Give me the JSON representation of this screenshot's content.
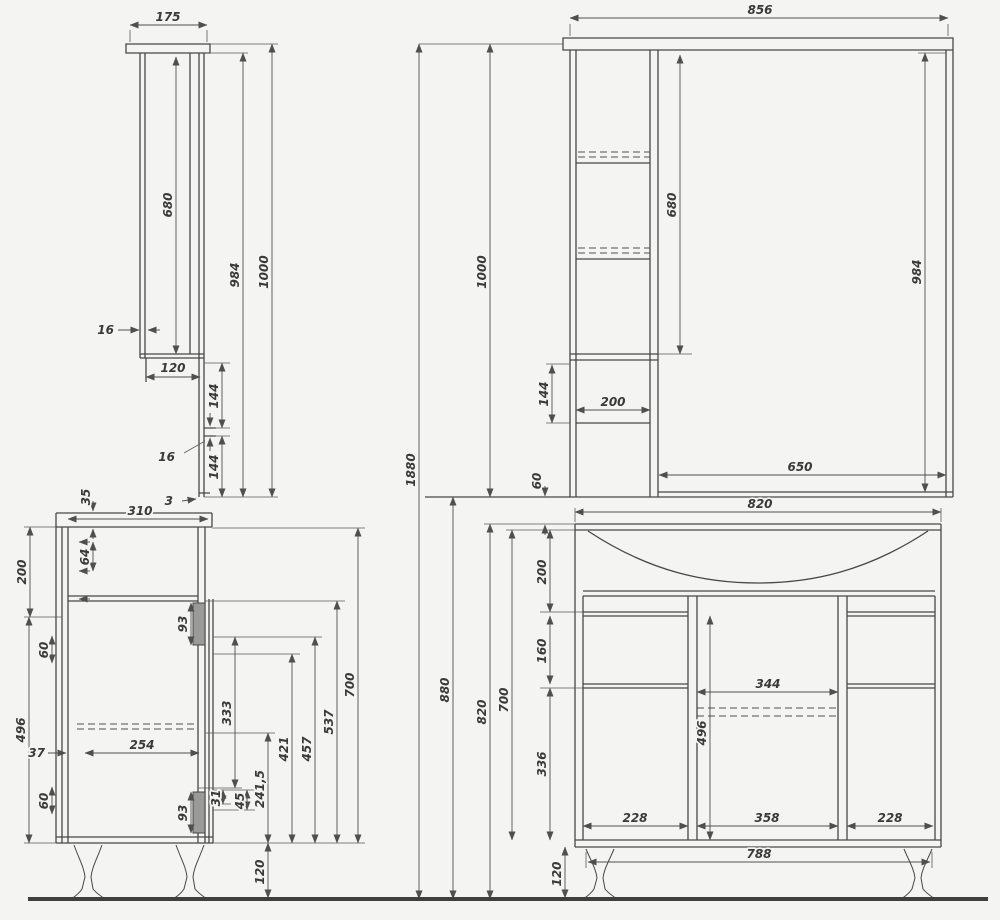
{
  "title": "bathroom-furniture-technical-drawing",
  "colors": {
    "background": "#f4f4f2",
    "line": "#474747",
    "dimension": "#4f4f4f",
    "text": "#3a3a3a"
  },
  "drawing": {
    "mirror_side": {
      "width": "175",
      "door_height": "680",
      "panel_height": "984",
      "total_height": "1000",
      "wall_thickness": "16",
      "lower_depth": "120",
      "gap_upper": "144",
      "lip_thickness": "16",
      "gap_lower": "144",
      "bottom_edge": "3"
    },
    "mirror_front": {
      "total_width": "856",
      "door_height": "680",
      "mirror_height": "984",
      "unit_height": "1000",
      "overall_height": "1880",
      "lower_gap": "144",
      "cabinet_width": "200",
      "mirror_width": "650"
    },
    "base_side": {
      "top_overhang": "35",
      "top_depth": "310",
      "back_top_height": "200",
      "hinge_spacing": "64",
      "slide_block_top": "93",
      "gap_top": "60",
      "side_height": "496",
      "slide_inset": "37",
      "slide_length": "254",
      "gap_bottom": "60",
      "slide_block_bottom": "93",
      "d31": "31",
      "d45": "45",
      "d241": "241,5",
      "d333": "333",
      "d421": "421",
      "d457": "457",
      "d537": "537",
      "inner_height": "700",
      "leg_height": "120"
    },
    "base_front": {
      "top_width": "820",
      "splash_height": "60",
      "height_total": "880",
      "height_to_top": "820",
      "inner_height": "700",
      "section_top": "200",
      "section_mid": "160",
      "section_bottom": "336",
      "middle_width": "344",
      "d496": "496",
      "door_left": "228",
      "door_middle": "358",
      "door_right": "228",
      "plinth_width": "788",
      "leg_height": "120"
    }
  }
}
